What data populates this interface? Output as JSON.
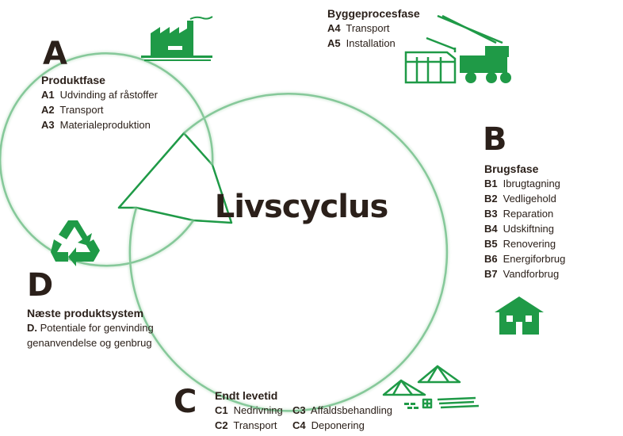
{
  "center": {
    "title": "Livscyclus"
  },
  "phase_a": {
    "letter": "A",
    "title": "Produktfase",
    "items": [
      {
        "code": "A1",
        "label": "Udvinding af råstoffer"
      },
      {
        "code": "A2",
        "label": "Transport"
      },
      {
        "code": "A3",
        "label": "Materialeproduktion"
      }
    ]
  },
  "phase_a45": {
    "title": "Byggeprocesfase",
    "items": [
      {
        "code": "A4",
        "label": "Transport"
      },
      {
        "code": "A5",
        "label": "Installation"
      }
    ]
  },
  "phase_b": {
    "letter": "B",
    "title": "Brugsfase",
    "items": [
      {
        "code": "B1",
        "label": "Ibrugtagning"
      },
      {
        "code": "B2",
        "label": "Vedligehold"
      },
      {
        "code": "B3",
        "label": "Reparation"
      },
      {
        "code": "B4",
        "label": "Udskiftning"
      },
      {
        "code": "B5",
        "label": "Renovering"
      },
      {
        "code": "B6",
        "label": "Energiforbrug"
      },
      {
        "code": "B7",
        "label": "Vandforbrug"
      }
    ]
  },
  "phase_c": {
    "letter": "C",
    "title": "Endt levetid",
    "items": [
      {
        "code": "C1",
        "label": "Nedrivning"
      },
      {
        "code": "C2",
        "label": "Transport"
      },
      {
        "code": "C3",
        "label": "Affaldsbehandling"
      },
      {
        "code": "C4",
        "label": "Deponering"
      }
    ]
  },
  "phase_d": {
    "letter": "D",
    "title": "Næste produktsystem",
    "code": "D.",
    "line1": "Potentiale for genvinding",
    "line2": "genanvendelse og genbrug"
  },
  "icons": [
    "factory-icon",
    "crane-truck-icon",
    "house-icon",
    "demolition-icon",
    "recycle-icon"
  ],
  "colors": {
    "green": "#1f9a47",
    "text": "#2b201a"
  }
}
